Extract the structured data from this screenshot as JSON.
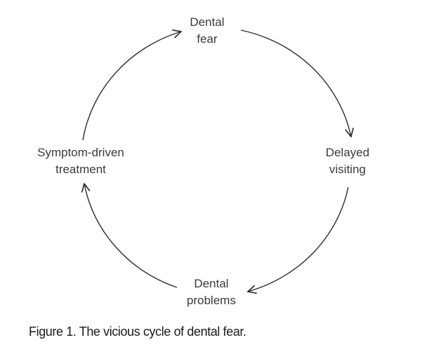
{
  "nodes": {
    "top": {
      "line1": "Dental",
      "line2": "fear"
    },
    "right": {
      "line1": "Delayed",
      "line2": "visiting"
    },
    "bottom": {
      "line1": "Dental",
      "line2": "problems"
    },
    "left": {
      "line1": "Symptom-driven",
      "line2": "treatment"
    }
  },
  "caption": {
    "label": "Figure 1.",
    "text": "The vicious cycle of dental fear."
  },
  "colors": {
    "arrow": "#2b2b2b",
    "node_text": "#3a3a3a",
    "caption_text": "#1a1a1a"
  }
}
